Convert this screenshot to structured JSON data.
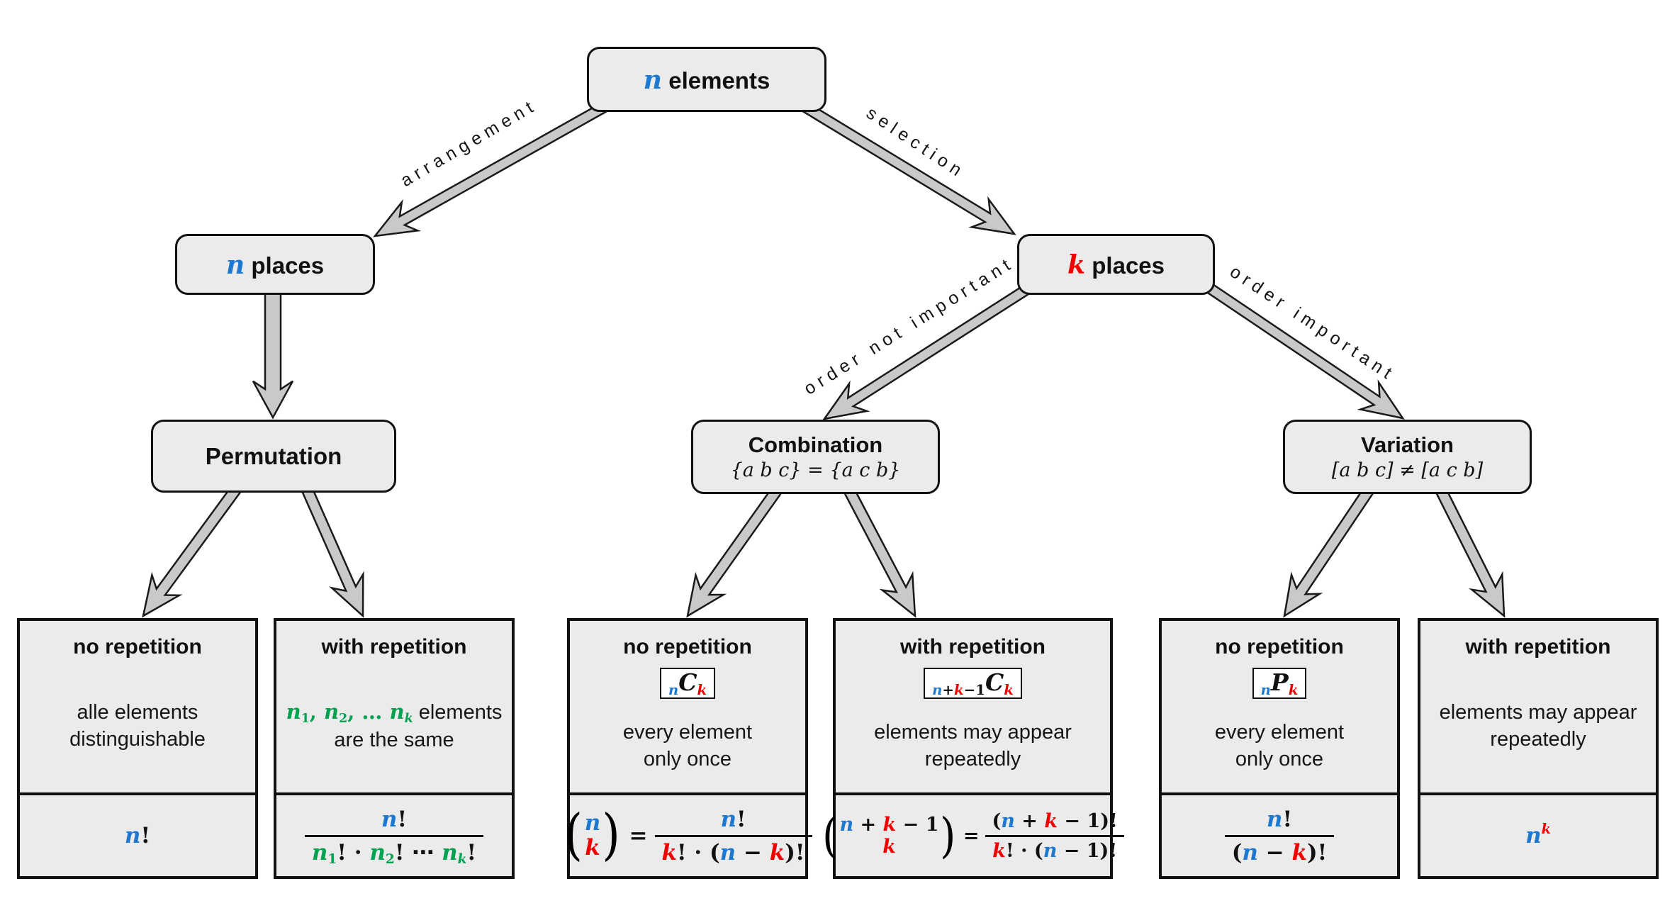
{
  "colors": {
    "blue": "#1d78d0",
    "red": "#f20000",
    "green": "#00a24f",
    "box_bg": "#ebebeb",
    "arrow_fill": "#c9c9c9",
    "line": "#1a1a1a"
  },
  "nodes": {
    "elements": {
      "var": "n",
      "rest": " elements"
    },
    "n_places": {
      "var": "n",
      "rest": " places"
    },
    "k_places": {
      "var": "k",
      "rest": " places"
    },
    "permutation": {
      "title": "Permutation"
    },
    "combination": {
      "title": "Combination",
      "subtitle": "{a b c} = {a c b}"
    },
    "variation": {
      "title": "Variation",
      "subtitle": "[a b c] ≠ [a c b]"
    }
  },
  "edges": {
    "arrangement": "arrangement",
    "selection": "selection",
    "order_not_important": "order not important",
    "order_important": "order important"
  },
  "cards": {
    "perm_no": {
      "title": "no repetition",
      "desc1": "alle elements",
      "desc2": "distinguishable",
      "f_n": "n",
      "f_fact": "!"
    },
    "perm_with": {
      "title": "with repetition",
      "dm1": "n",
      "dm1s": "1",
      "dsep1": ", ",
      "dm2": "n",
      "dm2s": "2",
      "dsep2": ", … ",
      "dm3": "n",
      "dm3s": "k",
      "drest": " elements",
      "desc2": "are the same",
      "num_n": "n",
      "num_fact": "!",
      "den_n1": "n",
      "den_s1": "1",
      "den_f1": "!",
      "den_dot": " · ",
      "den_n2": "n",
      "den_s2": "2",
      "den_f2": "!",
      "den_cdots": " ⋯ ",
      "den_nk": "n",
      "den_sk": "k",
      "den_f3": "!"
    },
    "comb_no": {
      "title": "no repetition",
      "badge_n": "n",
      "badge_C": "C",
      "badge_k": "k",
      "desc1": "every element",
      "desc2": "only once",
      "b_top": "n",
      "b_bot": "k",
      "eq": "=",
      "num_n": "n",
      "num_f": "!",
      "den_k": "k",
      "den_p1": "! · (",
      "den_n": "n",
      "den_minus": " − ",
      "den_k2": "k",
      "den_p2": ")!"
    },
    "comb_with": {
      "title": "with repetition",
      "badge_n": "n",
      "badge_plus": "+",
      "badge_k": "k",
      "badge_m1": "−1",
      "badge_C": "C",
      "badge_k2": "k",
      "desc1": "elements may appear",
      "desc2": "repeatedly",
      "b_t1": "n",
      "b_t2": " + ",
      "b_t3": "k",
      "b_t4": " − 1",
      "b_bot": "k",
      "eq": "=",
      "num_p1": "(",
      "num_n": "n",
      "num_p2": " + ",
      "num_k": "k",
      "num_p3": " − 1",
      "num_p4": ")!",
      "den_k": "k",
      "den_p1": "! · (",
      "den_n": "n",
      "den_p2": " − 1",
      "den_p3": ")!"
    },
    "var_no": {
      "title": "no repetition",
      "badge_n": "n",
      "badge_P": "P",
      "badge_k": "k",
      "desc1": "every element",
      "desc2": "only once",
      "num_n": "n",
      "num_f": "!",
      "den_p1": "(",
      "den_n": "n",
      "den_minus": " − ",
      "den_k": "k",
      "den_p2": ")!"
    },
    "var_with": {
      "title": "with repetition",
      "desc1": "elements may appear",
      "desc2": "repeatedly",
      "f_n": "n",
      "f_k": "k"
    }
  }
}
